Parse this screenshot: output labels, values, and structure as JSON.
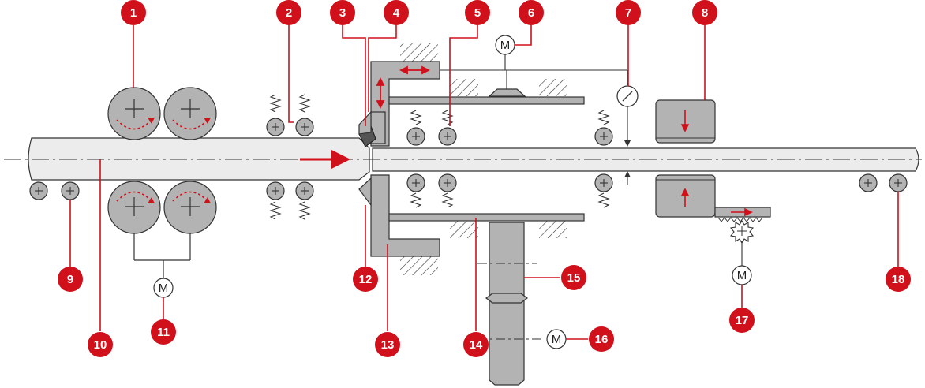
{
  "markers": [
    {
      "label": "1"
    },
    {
      "label": "2"
    },
    {
      "label": "3"
    },
    {
      "label": "4"
    },
    {
      "label": "5"
    },
    {
      "label": "6"
    },
    {
      "label": "7"
    },
    {
      "label": "8"
    },
    {
      "label": "9"
    },
    {
      "label": "10"
    },
    {
      "label": "11"
    },
    {
      "label": "12"
    },
    {
      "label": "13"
    },
    {
      "label": "14"
    },
    {
      "label": "15"
    },
    {
      "label": "16"
    },
    {
      "label": "17"
    },
    {
      "label": "18"
    }
  ],
  "motor_label": "M",
  "colors": {
    "accent": "#d0101b",
    "part_fill": "#b3b3b3",
    "tube_fill": "#ececec",
    "outline": "#333333"
  }
}
